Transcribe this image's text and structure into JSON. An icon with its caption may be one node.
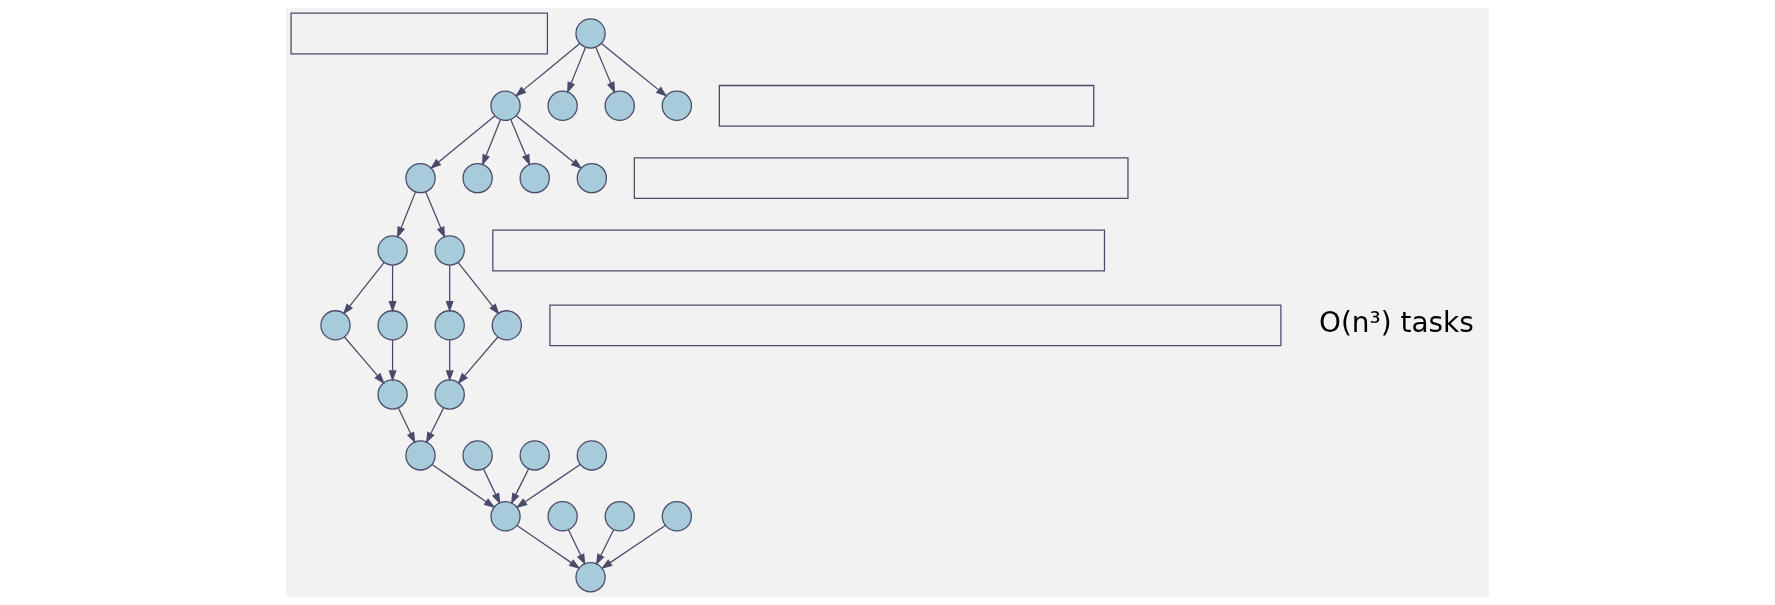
{
  "diagram": {
    "nodes": [
      {
        "text": [],
        "shape": "box"
      },
      {
        "text": [],
        "shape": "circle"
      },
      {
        "text": [],
        "shape": "box"
      },
      {
        "text": [],
        "shape": "circle"
      },
      {
        "text": [],
        "shape": "circle"
      },
      {
        "text": [],
        "shape": "circle"
      },
      {
        "text": [],
        "shape": "circle"
      },
      {
        "text": [],
        "shape": "box"
      },
      {
        "text": [],
        "shape": "circle"
      },
      {
        "text": [],
        "shape": "circle"
      },
      {
        "text": [],
        "shape": "circle"
      },
      {
        "text": [],
        "shape": "circle"
      },
      {
        "text": [],
        "shape": "box"
      },
      {
        "text": [],
        "shape": "circle"
      },
      {
        "text": [],
        "shape": "circle"
      },
      {
        "text": [],
        "shape": "box"
      },
      {
        "text": [],
        "shape": "circle"
      },
      {
        "text": [],
        "shape": "circle"
      },
      {
        "text": [],
        "shape": "circle"
      },
      {
        "text": [],
        "shape": "circle"
      },
      {
        "text": [],
        "shape": "circle"
      },
      {
        "text": [],
        "shape": "circle"
      },
      {
        "text": [],
        "shape": "circle"
      },
      {
        "text": [],
        "shape": "circle"
      },
      {
        "text": [],
        "shape": "circle"
      },
      {
        "text": [],
        "shape": "circle"
      },
      {
        "text": [],
        "shape": "circle"
      },
      {
        "text": [],
        "shape": "circle"
      },
      {
        "text": [],
        "shape": "circle"
      },
      {
        "text": [],
        "shape": "circle"
      },
      {
        "text": [],
        "shape": "circle"
      }
    ],
    "edges": [
      {
        "from": 1,
        "to": 3,
        "arrow": "to"
      },
      {
        "from": 1,
        "to": 4,
        "arrow": "to"
      },
      {
        "from": 1,
        "to": 5,
        "arrow": "to"
      },
      {
        "from": 1,
        "to": 6,
        "arrow": "to"
      },
      {
        "from": 3,
        "to": 8,
        "arrow": "to"
      },
      {
        "from": 3,
        "to": 9,
        "arrow": "to"
      },
      {
        "from": 3,
        "to": 10,
        "arrow": "to"
      },
      {
        "from": 3,
        "to": 11,
        "arrow": "to"
      },
      {
        "from": 8,
        "to": 13,
        "arrow": "to"
      },
      {
        "from": 8,
        "to": 14,
        "arrow": "to"
      },
      {
        "from": 13,
        "to": 16,
        "arrow": "to"
      },
      {
        "from": 13,
        "to": 17,
        "arrow": "to"
      },
      {
        "from": 14,
        "to": 18,
        "arrow": "to"
      },
      {
        "from": 14,
        "to": 19,
        "arrow": "to"
      },
      {
        "from": 16,
        "to": 20,
        "arrow": "to"
      },
      {
        "from": 17,
        "to": 20,
        "arrow": "to"
      },
      {
        "from": 18,
        "to": 21,
        "arrow": "to"
      },
      {
        "from": 19,
        "to": 21,
        "arrow": "to"
      },
      {
        "from": 20,
        "to": 22,
        "arrow": "to"
      },
      {
        "from": 21,
        "to": 22,
        "arrow": "to"
      },
      {
        "from": 22,
        "to": 26,
        "arrow": "to"
      },
      {
        "from": 23,
        "to": 26,
        "arrow": "to"
      },
      {
        "from": 24,
        "to": 26,
        "arrow": "to"
      },
      {
        "from": 25,
        "to": 26,
        "arrow": "to"
      },
      {
        "from": 26,
        "to": 30,
        "arrow": "to"
      },
      {
        "from": 27,
        "to": 30,
        "arrow": "to"
      },
      {
        "from": 28,
        "to": 30,
        "arrow": "to"
      },
      {
        "from": 29,
        "to": 30,
        "arrow": "to"
      }
    ],
    "labels": [
      "O(n³) tasks"
    ]
  }
}
